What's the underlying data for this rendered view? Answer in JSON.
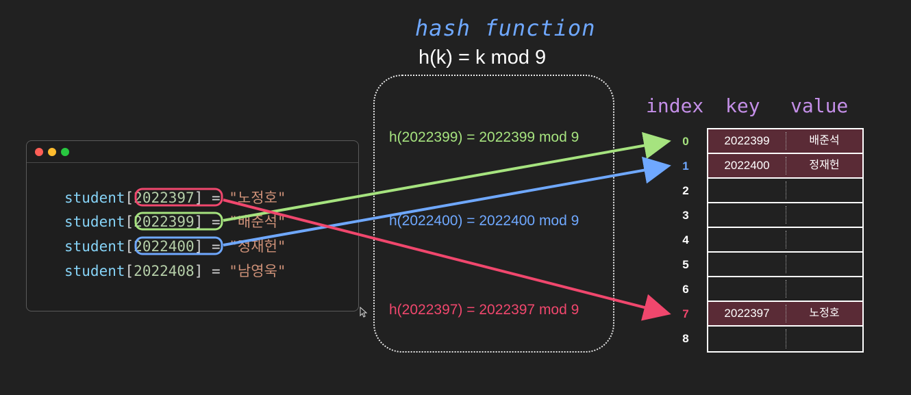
{
  "heading": "hash function",
  "formula": "h(k) = k mod 9",
  "colors": {
    "green": "#a6e37f",
    "blue": "#6fa8ff",
    "red": "#f0476d",
    "header_purple": "#c48fe8",
    "filled_row": "#5a2b36"
  },
  "code_lines": [
    {
      "var": "student",
      "key": "2022397",
      "value": "\"노정호\""
    },
    {
      "var": "student",
      "key": "2022399",
      "value": "\"배준석\""
    },
    {
      "var": "student",
      "key": "2022400",
      "value": "\"정재헌\""
    },
    {
      "var": "student",
      "key": "2022408",
      "value": "\"남영욱\""
    }
  ],
  "hash_lines": [
    {
      "text": "h(2022399) = 2022399 mod 9",
      "color": "#a6e37f"
    },
    {
      "text": "h(2022400) = 2022400 mod 9",
      "color": "#6fa8ff"
    },
    {
      "text": "h(2022397) = 2022397 mod 9",
      "color": "#f0476d"
    }
  ],
  "table_headers": {
    "index": "index",
    "key": "key",
    "value": "value"
  },
  "indexes": [
    {
      "label": "0",
      "color": "#a6e37f"
    },
    {
      "label": "1",
      "color": "#6fa8ff"
    },
    {
      "label": "2",
      "color": "#ffffff"
    },
    {
      "label": "3",
      "color": "#ffffff"
    },
    {
      "label": "4",
      "color": "#ffffff"
    },
    {
      "label": "5",
      "color": "#ffffff"
    },
    {
      "label": "6",
      "color": "#ffffff"
    },
    {
      "label": "7",
      "color": "#f0476d"
    },
    {
      "label": "8",
      "color": "#ffffff"
    }
  ],
  "table_rows": [
    {
      "key": "2022399",
      "value": "배준석"
    },
    {
      "key": "2022400",
      "value": "정재헌"
    },
    {
      "key": "",
      "value": ""
    },
    {
      "key": "",
      "value": ""
    },
    {
      "key": "",
      "value": ""
    },
    {
      "key": "",
      "value": ""
    },
    {
      "key": "",
      "value": ""
    },
    {
      "key": "2022397",
      "value": "노정호"
    },
    {
      "key": "",
      "value": ""
    }
  ]
}
